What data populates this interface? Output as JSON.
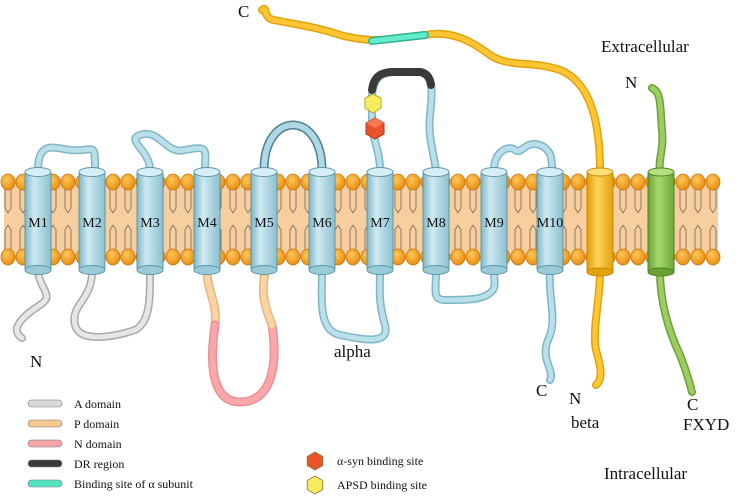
{
  "regions": {
    "extracellular": "Extracellular",
    "intracellular": "Intracellular"
  },
  "helices": [
    "M1",
    "M2",
    "M3",
    "M4",
    "M5",
    "M6",
    "M7",
    "M8",
    "M9",
    "M10"
  ],
  "subunits": {
    "alpha": "alpha",
    "beta": "beta",
    "fxyd": "FXYD"
  },
  "termini": {
    "n": "N",
    "c": "C"
  },
  "legend": {
    "domains": [
      {
        "label": "A domain",
        "color": "#d9d9d9"
      },
      {
        "label": "P domain",
        "color": "#f5c98f"
      },
      {
        "label": "N domain",
        "color": "#f4a5a8"
      },
      {
        "label": "DR region",
        "color": "#3a3a3a"
      },
      {
        "label": "Binding site of α subunit",
        "color": "#52e3c2"
      }
    ],
    "sites": [
      {
        "label": "α-syn binding site",
        "color": "#e8532c"
      },
      {
        "label": "APSD binding site",
        "color": "#f7ec5f"
      }
    ]
  },
  "colors": {
    "alpha_chain": "#aed8e4",
    "beta_chain": "#f3b51a",
    "fxyd_chain": "#8cc152",
    "lipid_head": "#f29a1a",
    "lipid_body": "#f7cf9f"
  }
}
